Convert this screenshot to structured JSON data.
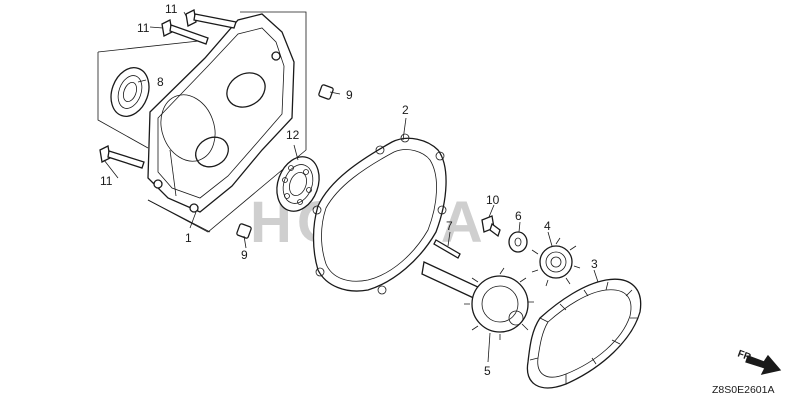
{
  "diagram": {
    "watermark": "HONDA",
    "diagram_code": "Z8S0E2601A",
    "direction_label": "FR.",
    "callouts": {
      "case_cover": "1",
      "gasket": "2",
      "chain": "3",
      "drive_sprocket": "4",
      "driven_sprocket_shaft": "5",
      "washer": "6",
      "pin": "7",
      "oil_seal": "8",
      "dowel_pin_upper": "9",
      "dowel_pin_lower": "9",
      "flange_bolt_center": "10",
      "bolt_top_a": "11",
      "bolt_top_b": "11",
      "bolt_left": "11",
      "bearing": "12"
    }
  }
}
